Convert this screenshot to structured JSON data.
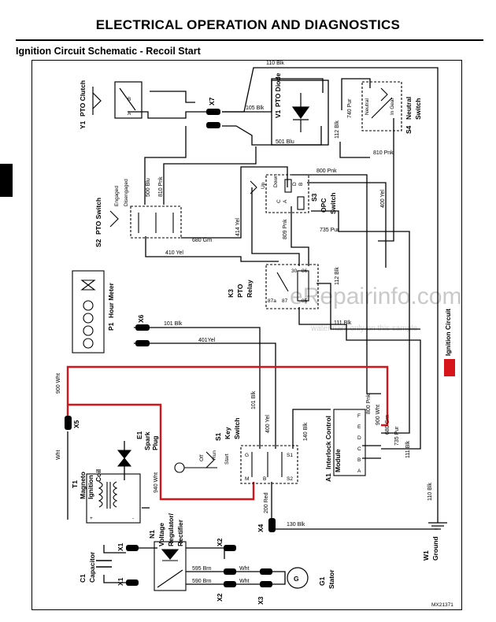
{
  "header": {
    "title": "ELECTRICAL   OPERATION AND DIAGNOSTICS",
    "subtitle": "Ignition Circuit Schematic - Recoil Start"
  },
  "colors": {
    "ink": "#000000",
    "highlight": "#d6141a",
    "watermark": "#c9c9c9"
  },
  "legend": {
    "label": "Ignition Circuit",
    "swatch_color": "#d6141a"
  },
  "watermark": {
    "main": "eRepairinfo.com",
    "sub": "watermark only on this sample"
  },
  "figure_id": "MX21371",
  "components": {
    "y1": {
      "id": "Y1",
      "name": "PTO Clutch",
      "pin_a": "A",
      "pin_b": "B"
    },
    "x7": {
      "id": "X7"
    },
    "v1": {
      "id": "V1",
      "name": "PTO Diode"
    },
    "s4": {
      "id": "S4",
      "name_1": "Neutral",
      "name_2": "Switch",
      "pos_neutral": "Neutral",
      "pos_in_gear": "In Gear"
    },
    "s2": {
      "id": "S2",
      "name": "PTO Switch",
      "pos_engaged": "Engaged",
      "pos_disengaged": "Disengaged"
    },
    "s3": {
      "id": "S3",
      "name_1": "OPC",
      "name_2": "Switch",
      "pos_up": "Up",
      "pos_down": "Down",
      "pin_a": "A",
      "pin_b": "B",
      "pin_c": "C",
      "pin_d": "D"
    },
    "k3": {
      "id": "K3",
      "name_1": "PTO",
      "name_2": "Relay",
      "pin_30": "30",
      "pin_85": "85",
      "pin_86": "86",
      "pin_87": "87",
      "pin_87a": "87a"
    },
    "p1": {
      "id": "P1",
      "name": "Hour Meter"
    },
    "x6": {
      "id": "X6"
    },
    "x5": {
      "id": "X5"
    },
    "e1": {
      "id": "E1",
      "name_1": "Spark",
      "name_2": "Plug"
    },
    "s1": {
      "id": "S1",
      "name_1": "Key",
      "name_2": "Switch",
      "pos_off": "Off",
      "pos_run": "Run",
      "pos_start": "Start",
      "pin_g": "G",
      "pin_m": "M",
      "pin_b": "B",
      "pin_s1": "S1",
      "pin_s2": "S2"
    },
    "t1": {
      "id": "T1",
      "name_1": "Magneto",
      "name_2": "Ignition",
      "name_3": "Coil",
      "wht": "Wht"
    },
    "a1": {
      "id": "A1",
      "name": "Interlock Control",
      "name_2": "Module",
      "pins": [
        "F",
        "E",
        "D",
        "C",
        "B",
        "A"
      ]
    },
    "x4": {
      "id": "X4"
    },
    "n1": {
      "id": "N1",
      "name_1": "Voltage",
      "name_2": "Regulator/",
      "name_3": "Rectifier"
    },
    "x1": {
      "id": "X1"
    },
    "x2": {
      "id": "X2"
    },
    "x3": {
      "id": "X3"
    },
    "c1": {
      "id": "C1",
      "name": "Capacitor"
    },
    "g1": {
      "id": "G1",
      "name": "Stator",
      "symbol": "G"
    },
    "w1": {
      "id": "W1",
      "name": "Ground"
    }
  },
  "wires": {
    "w110blk_top": "110 Blk",
    "w105blk": "105 Blk",
    "w501blu": "501 Blu",
    "w740pur": "740 Pur",
    "w112blk": "112 Blk",
    "w810pnk": "810 Pnk",
    "w500blu": "500 Blu",
    "w810pnk_v": "810 Pnk",
    "w800pnk": "800 Pnk",
    "w400yel": "400 Yel",
    "w414yel": "414 Yel",
    "w809pnk": "809 Pnk",
    "w735pur": "735 Pur",
    "w680grn": "680 Grn",
    "w410yel": "410 Yel",
    "w112blk_b": "112 Blk",
    "w101blk": "101 Blk",
    "w111blk": "111 Blk",
    "w401yel": "401Yel",
    "w900wht": "900 Wht",
    "w101blk_v": "101 Blk",
    "w400yel_v": "400 Yel",
    "w140blk": "140 Blk",
    "w940wht": "940 Wht",
    "w200red": "200 Red",
    "w800pnk_a1": "800 Pnk",
    "w900wht_a1": "900 Wht",
    "w680grn_a1": "680 Grn",
    "w735pur_a1": "735 Pur",
    "w111blk_a1": "111 Blk",
    "w110blk_v": "110 Blk",
    "w130blk": "130 Blk",
    "w595brn": "595 Brn",
    "w590brn": "590 Brn",
    "wht_1": "Wht",
    "wht_2": "Wht"
  }
}
